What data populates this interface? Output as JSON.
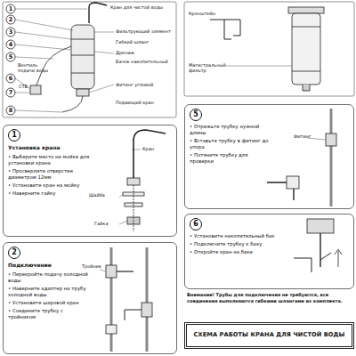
{
  "diagram": {
    "nodes": [
      {
        "text": [
          "1",
          "Установка крана",
          "• Выберите место на мойке для установки крана",
          "• Просверлите отверстие диаметром 12мм",
          "• Установите кран на мойку",
          "• Наверните гайку"
        ]
      },
      {
        "text": [
          "2",
          "Подключение",
          "• Перекройте подачу холодной воды",
          "• Наверните адаптер на трубу холодной воды",
          "• Установите шаровой кран",
          "• Соедините трубку с тройником"
        ]
      },
      {
        "text": [
          "5",
          "• Отрежьте трубку нужной длины",
          "• Вставьте трубку в фитинг до упора",
          "• Потяните трубку для проверки"
        ]
      },
      {
        "text": [
          "6",
          "• Установите накопительный бак",
          "• Подключите трубку к баку",
          "• Откройте кран на баке"
        ]
      },
      {
        "text": [
          "СХЕМА РАБОТЫ КРАНА ДЛЯ ЧИСТОЙ ВОДЫ"
        ]
      }
    ],
    "labels": [
      "1",
      "2",
      "3",
      "4",
      "5",
      "6",
      "7",
      "8",
      "Кран для чистой воды",
      "Фильтрующий элемент",
      "Гибкий шланг",
      "Дренаж",
      "Бачок накопительный",
      "Фитинг угловой",
      "Подающий кран",
      "Вентиль подачи воды",
      "СТВ",
      "Кронштейн",
      "Магистральный фильтр",
      "Кран",
      "Шайба",
      "Гайка",
      "Тройник",
      "Фитинг",
      "Внимание! Трубы для подключения не требуются, все соединения выполняются гибкими шлангами из комплекта."
    ]
  }
}
